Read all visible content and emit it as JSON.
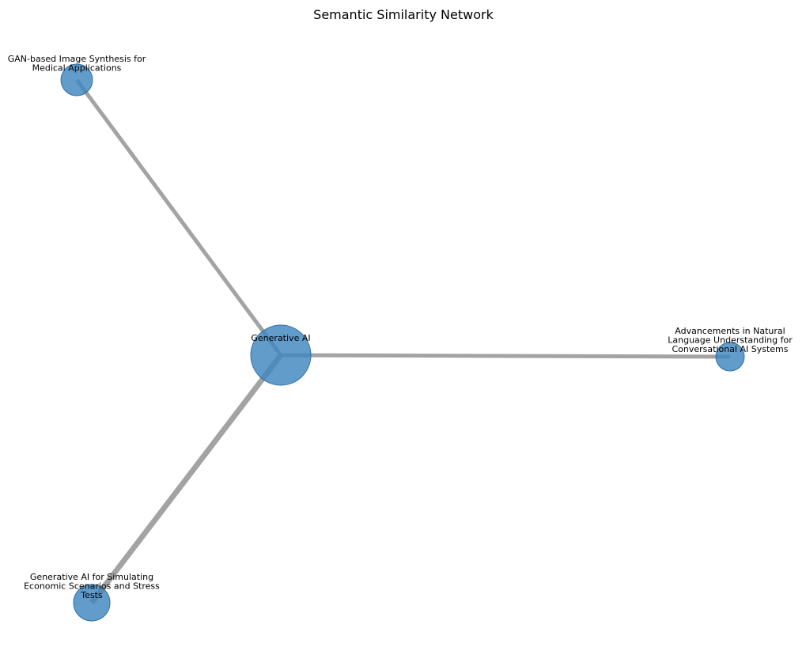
{
  "title": "Semantic Similarity Network",
  "colors": {
    "node_fill": "#3f86c0",
    "node_stroke": "#2e6fa5",
    "edge": "#a3a3a3"
  },
  "nodes": [
    {
      "id": "generative-ai",
      "label_lines": [
        "Generative AI"
      ]
    },
    {
      "id": "gan-image-synthesis",
      "label_lines": [
        "GAN-based Image Synthesis for",
        "Medical Applications"
      ]
    },
    {
      "id": "nlu-conversational",
      "label_lines": [
        "Advancements in Natural",
        "Language Understanding for",
        "Conversational AI Systems"
      ]
    },
    {
      "id": "economic-scenarios",
      "label_lines": [
        "Generative AI for Simulating",
        "Economic Scenarios and Stress",
        "Tests"
      ]
    }
  ],
  "edges": [
    {
      "source": "generative-ai",
      "target": "gan-image-synthesis"
    },
    {
      "source": "generative-ai",
      "target": "nlu-conversational"
    },
    {
      "source": "generative-ai",
      "target": "economic-scenarios"
    }
  ]
}
